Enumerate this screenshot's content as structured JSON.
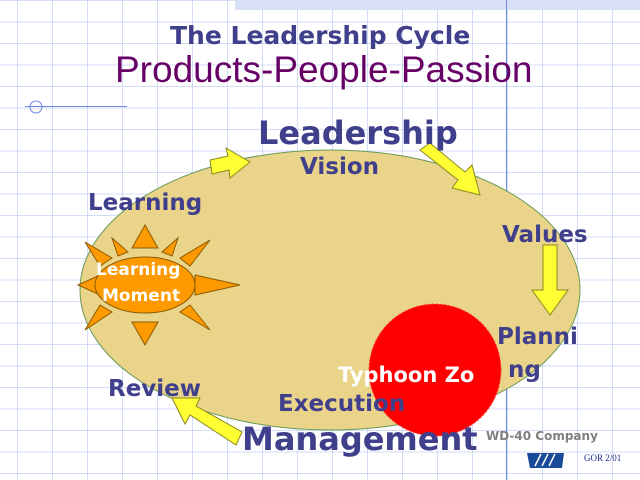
{
  "title": "The Leadership Cycle",
  "subtitle": "Products-People-Passion",
  "labels": {
    "leadership": "Leadership",
    "vision": "Vision",
    "learning": "Learning",
    "values": "Values",
    "planning_1": "Planni",
    "planning_2": "ng",
    "typhoon": "Typhoon Zo",
    "review": "Review",
    "execution": "Execution",
    "management": "Management",
    "moment_1": "Learning",
    "moment_2": "Moment"
  },
  "footer": {
    "company": "WD-40 Company",
    "code": "GOR 2/01"
  },
  "colors": {
    "title": "#3f3f8c",
    "subtitle": "#660066",
    "ellipse": "#ead48a",
    "typhoon": "#ff0000",
    "arrow": "#ffff33",
    "sun": "#ff9900"
  }
}
